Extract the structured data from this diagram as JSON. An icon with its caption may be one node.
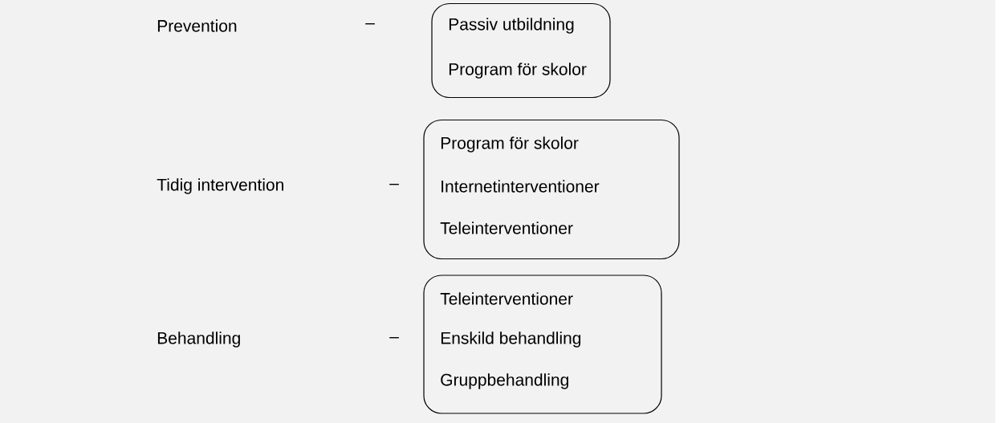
{
  "diagram": {
    "nodes": [
      {
        "text": [
          "Passiv utbildning",
          "Program för skolor"
        ]
      },
      {
        "text": [
          "Program för skolor",
          "Internetinterventioner",
          "Teleinterventioner"
        ]
      },
      {
        "text": [
          "Teleinterventioner",
          "Enskild behandling",
          "Gruppbehandling"
        ]
      }
    ],
    "labels": [
      "Prevention",
      "–",
      "Tidig intervention",
      "–",
      "Behandling",
      "–"
    ]
  }
}
